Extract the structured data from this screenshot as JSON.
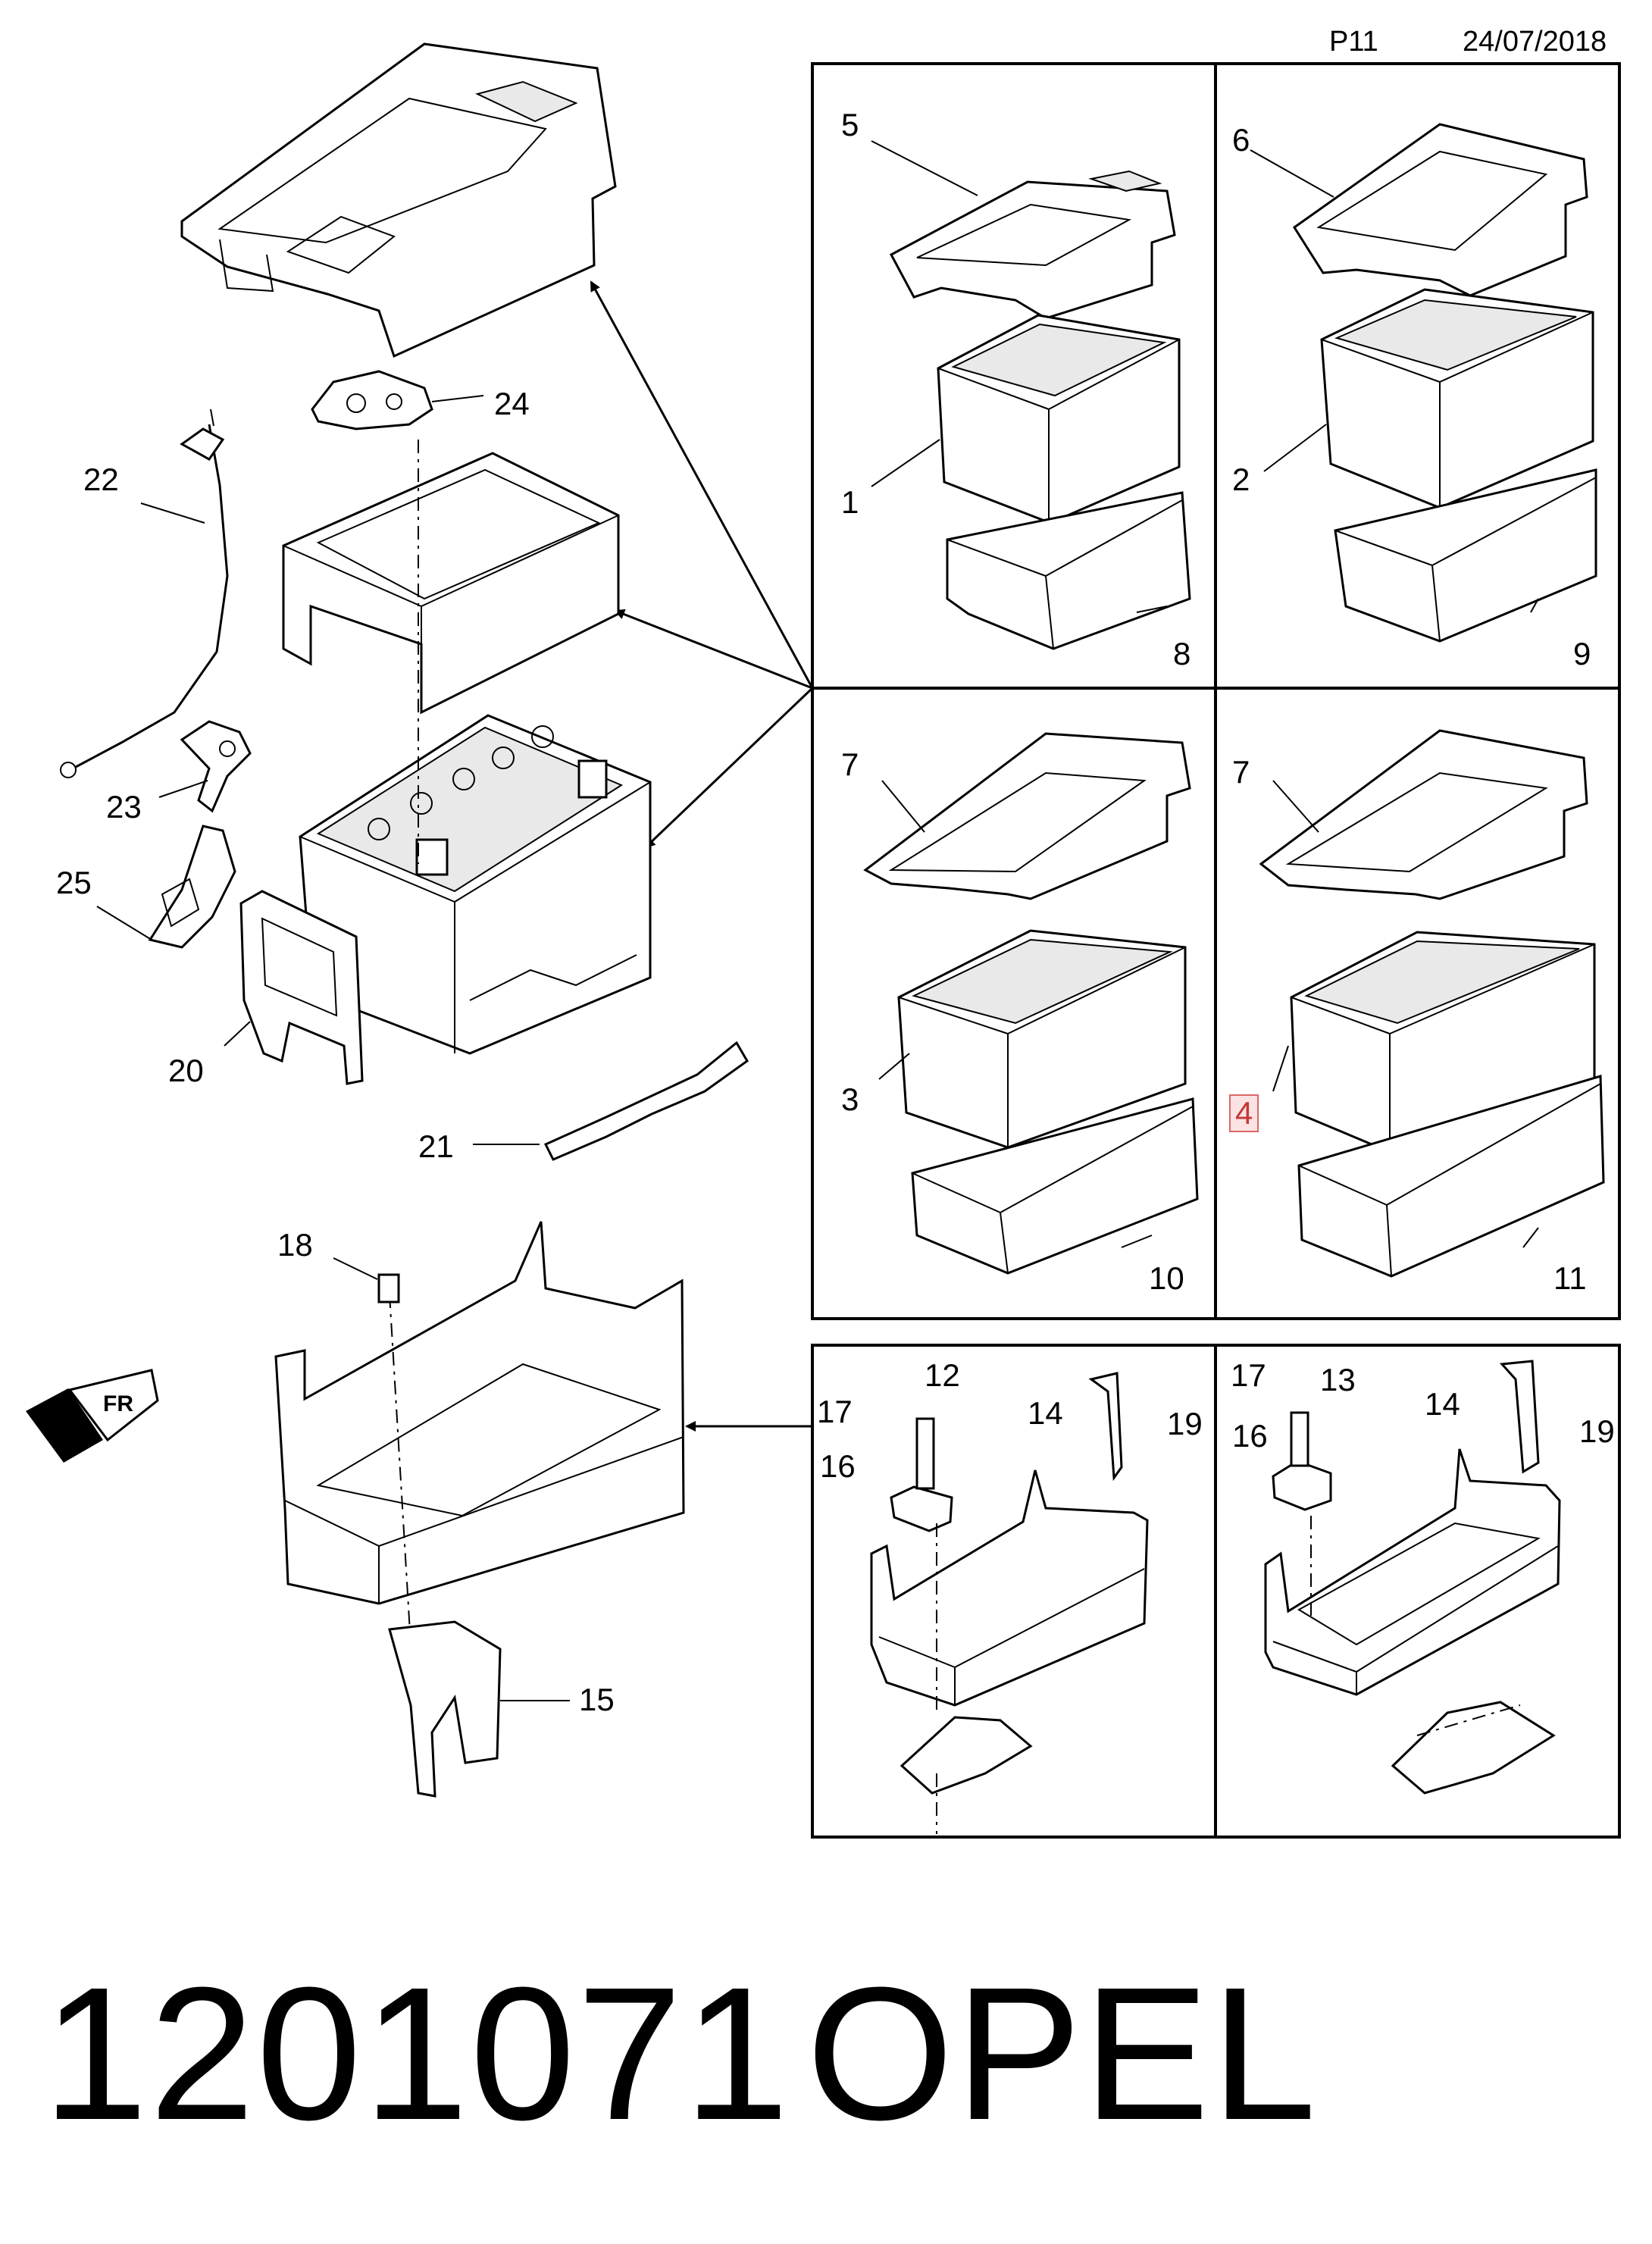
{
  "header": {
    "page_ref": "P11",
    "date": "24/07/2018"
  },
  "footer": {
    "part_number": "1201071",
    "brand": "OPEL"
  },
  "highlight_color": "#d66a6a",
  "callouts": {
    "c1": "1",
    "c2": "2",
    "c3": "3",
    "c4": "4",
    "c5": "5",
    "c6": "6",
    "c7a": "7",
    "c7b": "7",
    "c8": "8",
    "c9": "9",
    "c10": "10",
    "c11": "11",
    "c12": "12",
    "c13": "13",
    "c14a": "14",
    "c14b": "14",
    "c15": "15",
    "c16a": "16",
    "c16b": "16",
    "c17a": "17",
    "c17b": "17",
    "c18": "18",
    "c19a": "19",
    "c19b": "19",
    "c20": "20",
    "c21": "21",
    "c22": "22",
    "c23": "23",
    "c24": "24",
    "c25": "25"
  },
  "front_marker": "FR"
}
